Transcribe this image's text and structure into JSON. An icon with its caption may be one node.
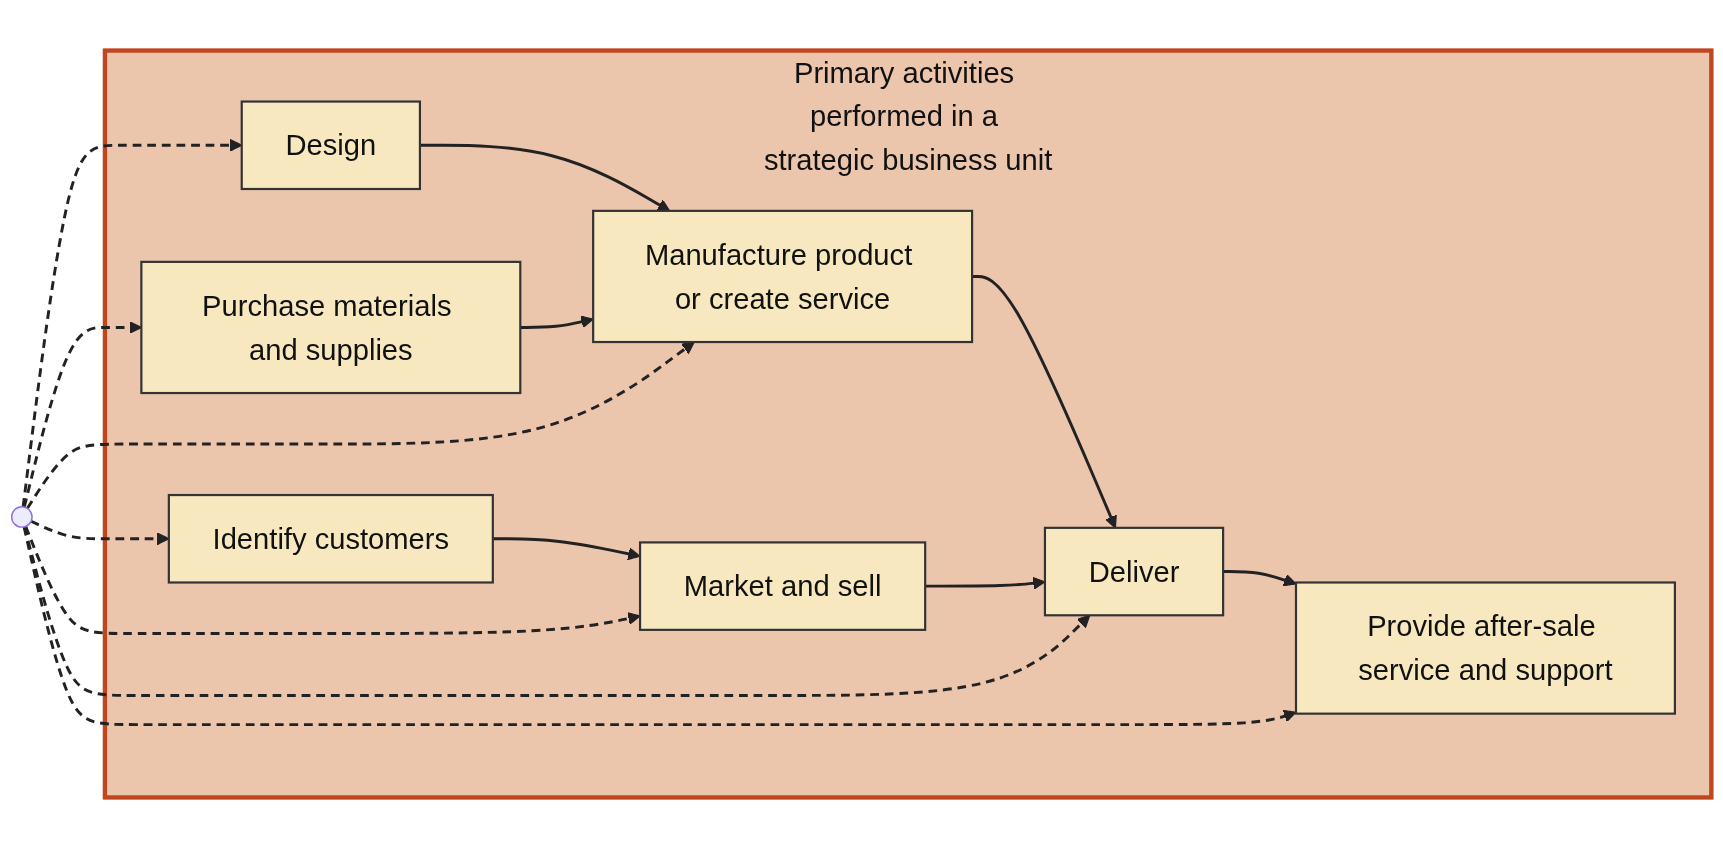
{
  "diagram": {
    "nodes": [
      {
        "text": [
          "Primary activities performed in a strategic business unit"
        ]
      },
      {
        "text": [
          "Design"
        ],
        "in": 0
      },
      {
        "text": [
          "Manufacture product or create service"
        ],
        "in": 0
      },
      {
        "text": [
          "Deliver"
        ],
        "in": 0
      },
      {
        "text": [
          "Provide after-sale service and support"
        ],
        "in": 0
      },
      {
        "text": [
          "Purchase materials and supplies"
        ],
        "in": 0
      },
      {
        "text": [
          "Market and sell"
        ],
        "in": 0
      },
      {
        "text": [
          "Identify customers"
        ],
        "in": 0
      },
      {
        "text": [],
        "shape": "circle"
      }
    ],
    "edges": [
      {
        "from": 1,
        "to": 2,
        "arrow": "to"
      },
      {
        "from": 2,
        "to": 3,
        "arrow": "to"
      },
      {
        "from": 3,
        "to": 4,
        "arrow": "to"
      },
      {
        "from": 5,
        "to": 2,
        "arrow": "to"
      },
      {
        "from": 6,
        "to": 3,
        "arrow": "to"
      },
      {
        "from": 7,
        "to": 6,
        "arrow": "to"
      },
      {
        "from": 8,
        "to": 7,
        "arrow": "to",
        "style": "dashed"
      },
      {
        "from": 8,
        "to": 1,
        "arrow": "to",
        "style": "dashed"
      },
      {
        "from": 8,
        "to": 5,
        "arrow": "to",
        "style": "dashed"
      },
      {
        "from": 8,
        "to": 2,
        "arrow": "to",
        "style": "dashed"
      },
      {
        "from": 8,
        "to": 6,
        "arrow": "to",
        "style": "dashed"
      },
      {
        "from": 8,
        "to": 3,
        "arrow": "to",
        "style": "dashed"
      },
      {
        "from": 8,
        "to": 4,
        "arrow": "to",
        "style": "dashed"
      }
    ]
  }
}
